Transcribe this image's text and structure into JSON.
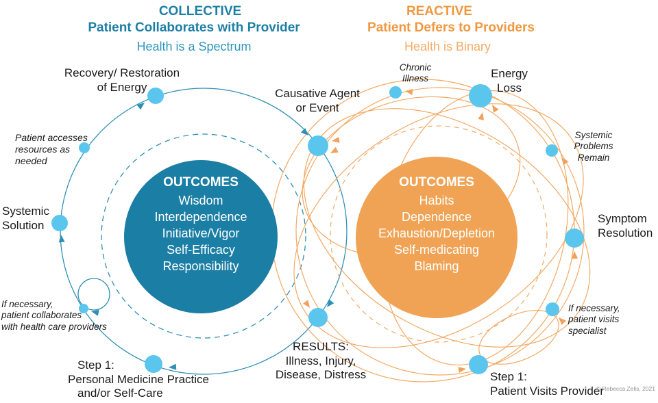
{
  "headers": {
    "left": {
      "title": "COLLECTIVE",
      "subtitle": "Patient Collaborates with Provider",
      "tagline": "Health is a Spectrum"
    },
    "right": {
      "title": "REACTIVE",
      "subtitle": "Patient Defers to Providers",
      "tagline": "Health is Binary"
    }
  },
  "left_cycle": {
    "outcomes_title": "OUTCOMES",
    "outcomes": [
      "Wisdom",
      "Interdependence",
      "Initiative/Vigor",
      "Self-Efficacy",
      "Responsibility"
    ],
    "stations": {
      "recovery": [
        "Recovery/ Restoration",
        "of Energy"
      ],
      "patient_accesses": [
        "Patient accesses",
        "resources as",
        "needed"
      ],
      "systemic_solution": [
        "Systemic",
        "Solution"
      ],
      "patient_collaborates": [
        "If necessary,",
        "patient collaborates",
        "with health care providers"
      ],
      "step1": [
        "Step 1:",
        "Personal Medicine Practice",
        "and/or Self-Care"
      ]
    }
  },
  "right_cycle": {
    "outcomes_title": "OUTCOMES",
    "outcomes": [
      "Habits",
      "Dependence",
      "Exhaustion/Depletion",
      "Self-medicating",
      "Blaming"
    ],
    "stations": {
      "chronic_illness": [
        "Chronic",
        "Illness"
      ],
      "energy_loss": [
        "Energy",
        "Loss"
      ],
      "systemic_problems": [
        "Systemic",
        "Problems",
        "Remain"
      ],
      "symptom_resolution": [
        "Symptom",
        "Resolution"
      ],
      "specialist": [
        "If necessary,",
        "patient visits",
        "specialist"
      ],
      "step1": [
        "Step 1:",
        "Patient Visits Provider"
      ]
    }
  },
  "shared": {
    "causative": [
      "Causative Agent",
      "or Event"
    ],
    "results": [
      "RESULTS:",
      "Illness, Injury,",
      "Disease, Distress"
    ]
  },
  "credit": "© Rebecca Zelis, 2021",
  "colors": {
    "teal_disc": "#1b7ea4",
    "teal_line": "#2e8fb5",
    "teal_heading": "#1b7fa6",
    "teal_tagline": "#2e96ba",
    "orange_disc": "#f0a355",
    "orange_line": "#f3a963",
    "orange_heading": "#f0973f",
    "orange_tagline": "#f5ab63",
    "node_blue": "#5ac6ee",
    "label_black": "#1a1a1a",
    "credit_gray": "#8f8f8f"
  }
}
